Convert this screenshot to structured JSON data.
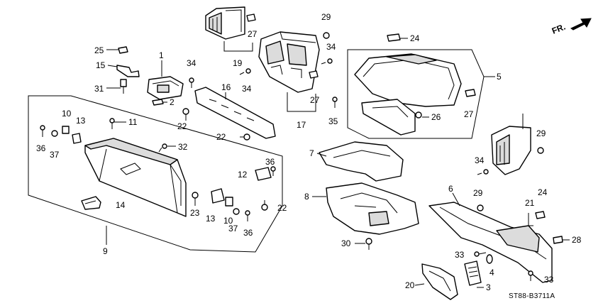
{
  "callouts": {
    "c1": "1",
    "c2": "2",
    "c3": "3",
    "c4": "4",
    "c5": "5",
    "c6": "6",
    "c7": "7",
    "c8": "8",
    "c9": "9",
    "c10a": "10",
    "c10b": "10",
    "c11": "11",
    "c12": "12",
    "c13a": "13",
    "c13b": "13",
    "c14": "14",
    "c15": "15",
    "c16": "16",
    "c17": "17",
    "c19": "19",
    "c20": "20",
    "c21": "21",
    "c22a": "22",
    "c22b": "22",
    "c22c": "22",
    "c23": "23",
    "c24a": "24",
    "c24b": "24",
    "c25": "25",
    "c26": "26",
    "c27a": "27",
    "c27b": "27",
    "c27c": "27",
    "c28": "28",
    "c29a": "29",
    "c29b": "29",
    "c29c": "29",
    "c30": "30",
    "c31": "31",
    "c32": "32",
    "c33a": "33",
    "c33b": "33",
    "c34a": "34",
    "c34b": "34",
    "c34c": "34",
    "c34d": "34",
    "c35": "35",
    "c36a": "36",
    "c36b": "36",
    "c36c": "36",
    "c37a": "37",
    "c37b": "37"
  },
  "direction_label": "FR.",
  "diagram_code": "ST88-B3711A"
}
